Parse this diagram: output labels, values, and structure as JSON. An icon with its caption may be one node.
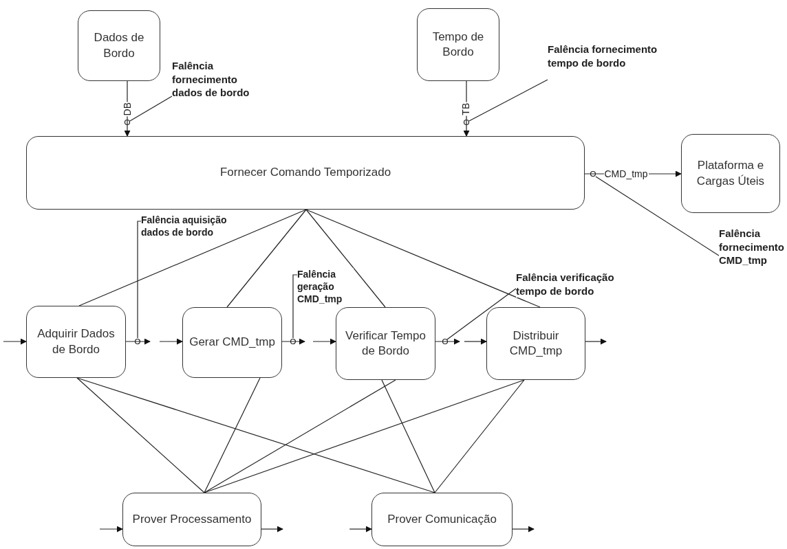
{
  "diagram": {
    "nodes": [
      {
        "text": [
          "Dados de Bordo"
        ]
      },
      {
        "text": [
          "Tempo de Bordo"
        ]
      },
      {
        "text": [
          "Fornecer Comando Temporizado"
        ]
      },
      {
        "text": [
          "Plataforma e Cargas Úteis"
        ]
      },
      {
        "text": [
          "Adquirir Dados de Bordo"
        ]
      },
      {
        "text": [
          "Gerar CMD_tmp"
        ]
      },
      {
        "text": [
          "Verificar Tempo de Bordo"
        ]
      },
      {
        "text": [
          "Distribuir CMD_tmp"
        ]
      },
      {
        "text": [
          "Prover Processamento"
        ]
      },
      {
        "text": [
          "Prover Comunicação"
        ]
      },
      {
        "text": [
          "Falência fornecimento dados de bordo"
        ]
      },
      {
        "text": [
          "Falência fornecimento tempo de bordo"
        ]
      },
      {
        "text": [
          "Falência fornecimento CMD_tmp"
        ]
      },
      {
        "text": [
          "Falência aquisição dados de bordo"
        ]
      },
      {
        "text": [
          "Falência geração CMD_tmp"
        ]
      },
      {
        "text": [
          "Falência verificação tempo de bordo"
        ]
      }
    ],
    "edges": [
      {
        "from": 0,
        "to": 2,
        "arrow": "to",
        "label": "DB"
      },
      {
        "from": 1,
        "to": 2,
        "arrow": "to",
        "label": "TB"
      },
      {
        "from": 2,
        "to": 3,
        "arrow": "to",
        "label": "CMD_tmp"
      },
      {
        "from": 10,
        "to": null,
        "arrow": "none"
      },
      {
        "from": 11,
        "to": null,
        "arrow": "none"
      },
      {
        "from": 12,
        "to": null,
        "arrow": "none"
      },
      {
        "from": 13,
        "to": null,
        "arrow": "none"
      },
      {
        "from": 14,
        "to": null,
        "arrow": "none"
      },
      {
        "from": 15,
        "to": null,
        "arrow": "none"
      },
      {
        "from": 2,
        "to": 4,
        "arrow": "none"
      },
      {
        "from": 2,
        "to": 5,
        "arrow": "none"
      },
      {
        "from": 2,
        "to": 6,
        "arrow": "none"
      },
      {
        "from": 2,
        "to": 7,
        "arrow": "none"
      },
      {
        "from": 4,
        "to": 8,
        "arrow": "none"
      },
      {
        "from": 4,
        "to": 9,
        "arrow": "none"
      },
      {
        "from": 5,
        "to": 8,
        "arrow": "none"
      },
      {
        "from": 6,
        "to": 8,
        "arrow": "none"
      },
      {
        "from": 6,
        "to": 9,
        "arrow": "none"
      },
      {
        "from": 7,
        "to": 8,
        "arrow": "none"
      },
      {
        "from": 7,
        "to": 9,
        "arrow": "none"
      },
      {
        "from": null,
        "to": 4,
        "arrow": "to"
      },
      {
        "from": 4,
        "to": null,
        "arrow": "to"
      },
      {
        "from": null,
        "to": 5,
        "arrow": "to"
      },
      {
        "from": 5,
        "to": null,
        "arrow": "to"
      },
      {
        "from": null,
        "to": 6,
        "arrow": "to"
      },
      {
        "from": 6,
        "to": null,
        "arrow": "to"
      },
      {
        "from": null,
        "to": 7,
        "arrow": "to"
      },
      {
        "from": 7,
        "to": null,
        "arrow": "to"
      },
      {
        "from": null,
        "to": 8,
        "arrow": "to"
      },
      {
        "from": 8,
        "to": null,
        "arrow": "to"
      },
      {
        "from": null,
        "to": 9,
        "arrow": "to"
      },
      {
        "from": 9,
        "to": null,
        "arrow": "to"
      }
    ]
  }
}
